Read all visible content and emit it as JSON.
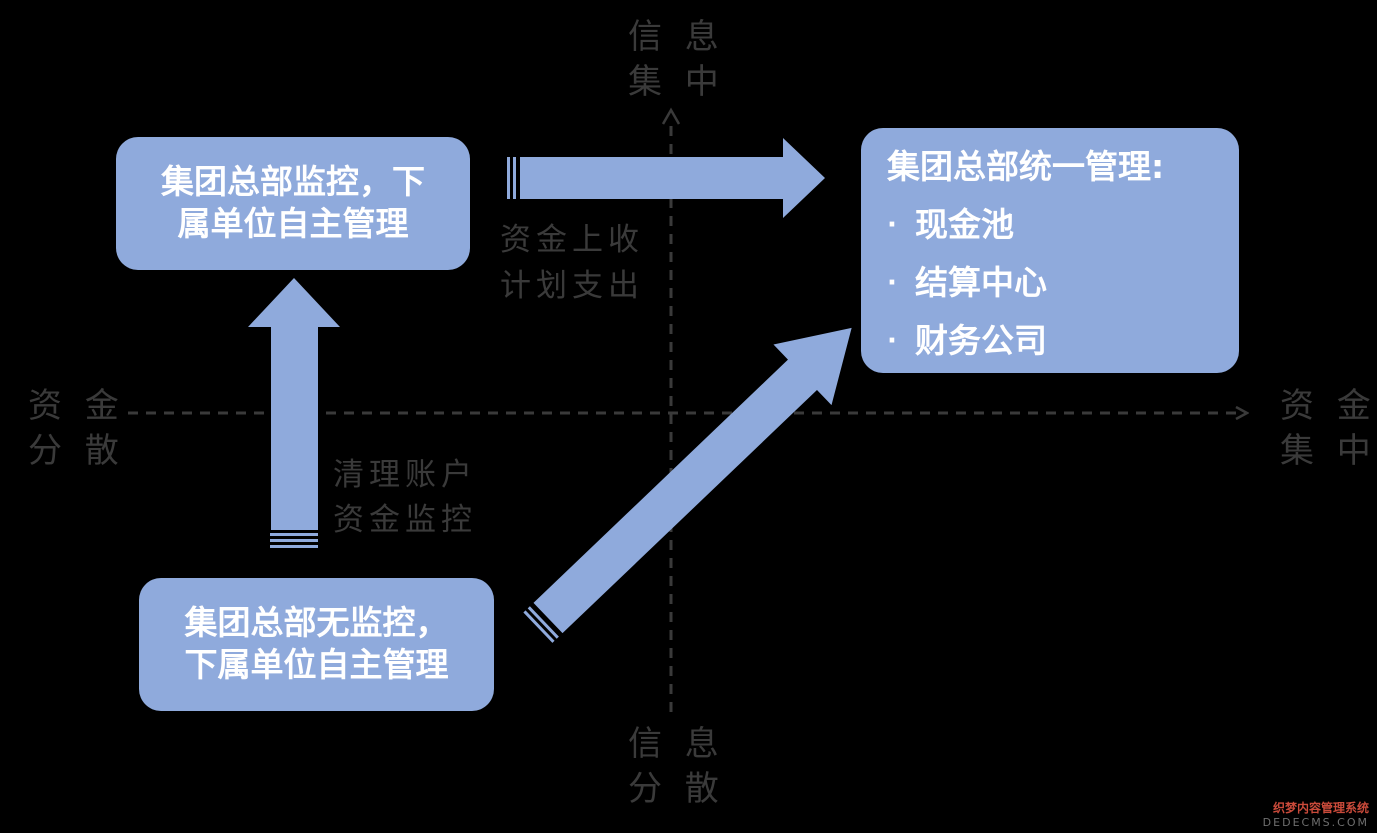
{
  "axes": {
    "top": [
      "信 息",
      "集 中"
    ],
    "bottom": [
      "信 息",
      "分 散"
    ],
    "left": [
      "资 金",
      "分 散"
    ],
    "right": [
      "资 金",
      "集 中"
    ]
  },
  "boxes": {
    "top_left": [
      "集团总部监控，下",
      "属单位自主管理"
    ],
    "bottom_left": [
      "集团总部无监控，",
      "下属单位自主管理"
    ],
    "top_right": {
      "title": "集团总部统一管理:",
      "items": [
        "现金池",
        "结算中心",
        "财务公司"
      ]
    }
  },
  "arrow_notes": {
    "upward": [
      "清理账户",
      "资金监控"
    ],
    "rightward": [
      "资金上收",
      "计划支出"
    ]
  },
  "colors": {
    "box_fill": "#8faadc",
    "arrow_fill": "#8faadc",
    "axis_line": "#3a3a3a",
    "background": "#000000"
  },
  "watermark": {
    "line1": "织梦内容管理系统",
    "line2": "DEDECMS.COM"
  }
}
